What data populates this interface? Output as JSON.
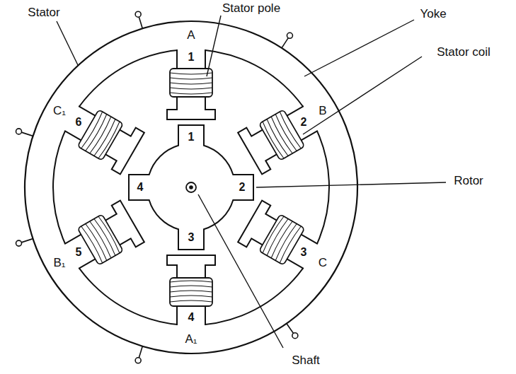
{
  "diagram": {
    "labels": [
      "Stator",
      "Stator pole",
      "Yoke",
      "A",
      "1",
      "Stator coil",
      "C₁",
      "6",
      "B",
      "2",
      "1",
      "4",
      "2",
      "Rotor",
      "3",
      "B₁",
      "5",
      "3",
      "C",
      "4",
      "A₁",
      "Shaft"
    ]
  }
}
